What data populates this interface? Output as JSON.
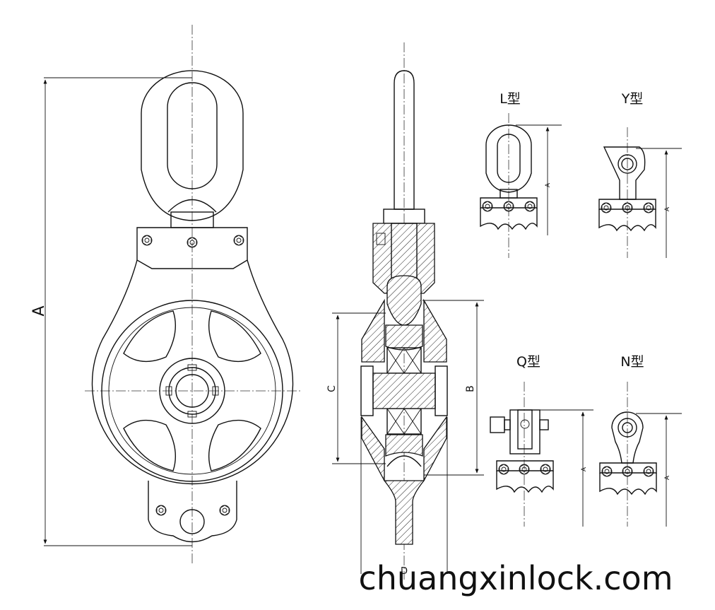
{
  "dims": {
    "main_a": "A",
    "section_b": "B",
    "section_c": "C",
    "section_d": "D",
    "small_a": "A"
  },
  "variants": {
    "l": "L型",
    "y": "Y型",
    "q": "Q型",
    "n": "N型"
  },
  "watermark": "chuangxinlock.com"
}
